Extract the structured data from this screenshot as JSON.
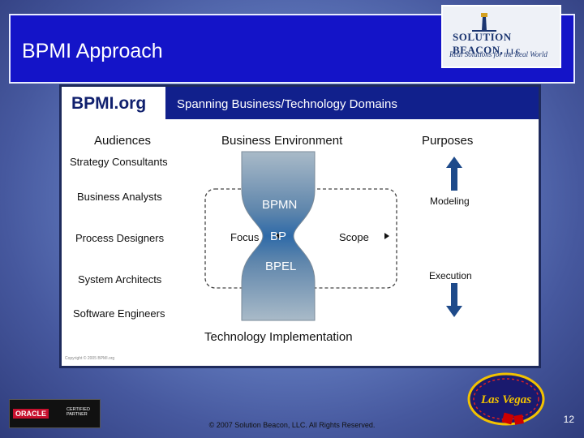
{
  "slide": {
    "title": "BPMI Approach",
    "logo": {
      "name": "SOLUTION BEACON",
      "suffix": "LLC",
      "tagline": "Real Solutions for the Real World"
    },
    "figure": {
      "brand": "BPMI.org",
      "header": "Spanning Business/Technology Domains",
      "audiences_heading": "Audiences",
      "business_heading": "Business Environment",
      "purposes_heading": "Purposes",
      "audiences": [
        "Strategy Consultants",
        "Business Analysts",
        "Process Designers",
        "System Architects",
        "Software Engineers"
      ],
      "bpmn": "BPMN",
      "bp": "BP",
      "bpel": "BPEL",
      "focus": "Focus",
      "scope": "Scope",
      "modeling": "Modeling",
      "execution": "Execution",
      "technology": "Technology Implementation"
    },
    "oracle": {
      "brand": "ORACLE",
      "badge_line1": "CERTIFIED",
      "badge_line2": "PARTNER"
    },
    "vegas_text": "Las Vegas",
    "footer": "© 2007 Solution Beacon, LLC. All Rights Reserved.",
    "page": "12"
  }
}
